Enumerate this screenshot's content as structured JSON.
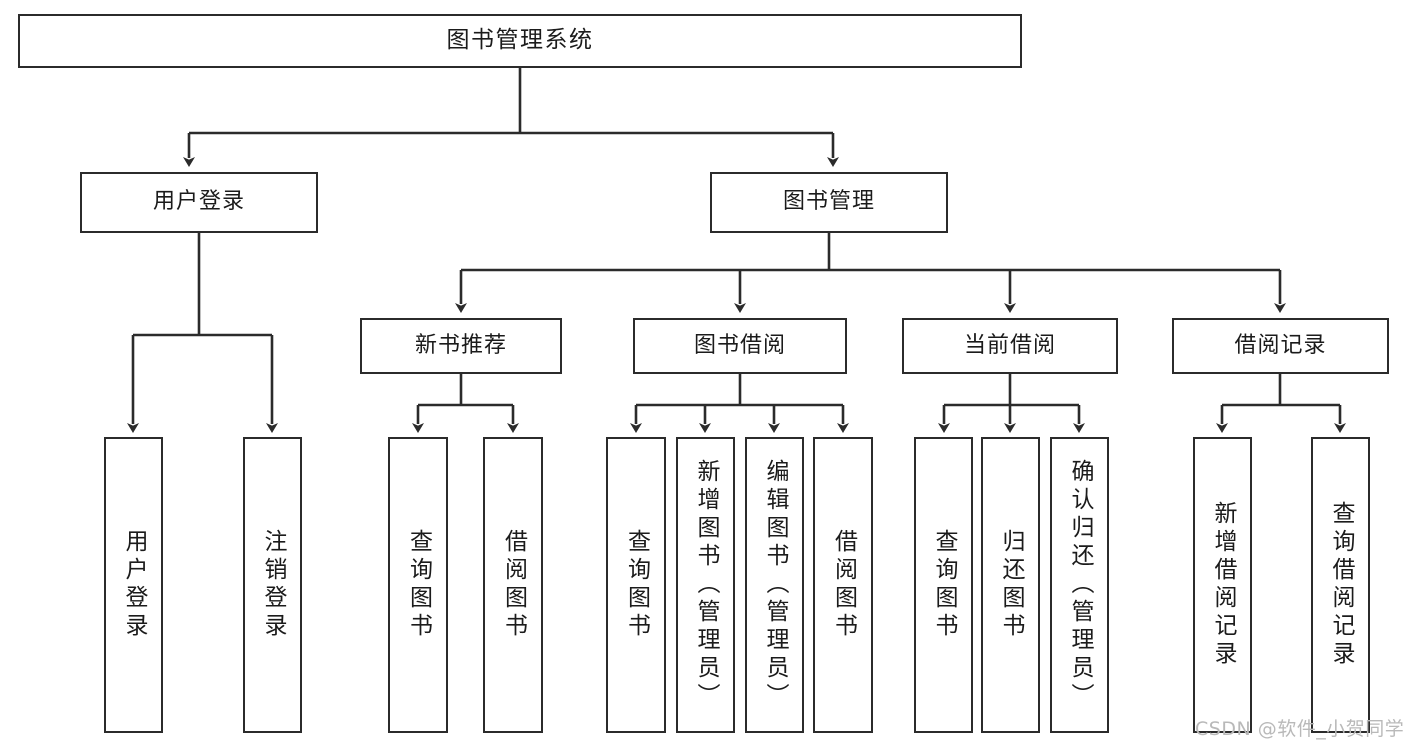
{
  "diagram": {
    "title": "图书管理系统",
    "type": "tree",
    "root": {
      "label": "图书管理系统"
    },
    "level1": [
      {
        "label": "用户登录"
      },
      {
        "label": "图书管理"
      }
    ],
    "level2": [
      {
        "label": "新书推荐"
      },
      {
        "label": "图书借阅"
      },
      {
        "label": "当前借阅"
      },
      {
        "label": "借阅记录"
      }
    ],
    "leaves": {
      "user_login": [
        {
          "label": "用户登录"
        },
        {
          "label": "注销登录"
        }
      ],
      "new_book_recommend": [
        {
          "label": "查询图书"
        },
        {
          "label": "借阅图书"
        }
      ],
      "book_borrow": [
        {
          "label": "查询图书"
        },
        {
          "label": "新增图书（管理员）"
        },
        {
          "label": "编辑图书（管理员）"
        },
        {
          "label": "借阅图书"
        }
      ],
      "current_borrow": [
        {
          "label": "查询图书"
        },
        {
          "label": "归还图书"
        },
        {
          "label": "确认归还（管理员）"
        }
      ],
      "borrow_record": [
        {
          "label": "新增借阅记录"
        },
        {
          "label": "查询借阅记录"
        }
      ]
    }
  },
  "watermark": {
    "text": "CSDN @软件_小贺同学"
  },
  "colors": {
    "border": "#2b2b2b",
    "line": "#2b2b2b",
    "background": "#ffffff",
    "text": "#1b1b1b",
    "watermark": "#b9b9b9"
  }
}
